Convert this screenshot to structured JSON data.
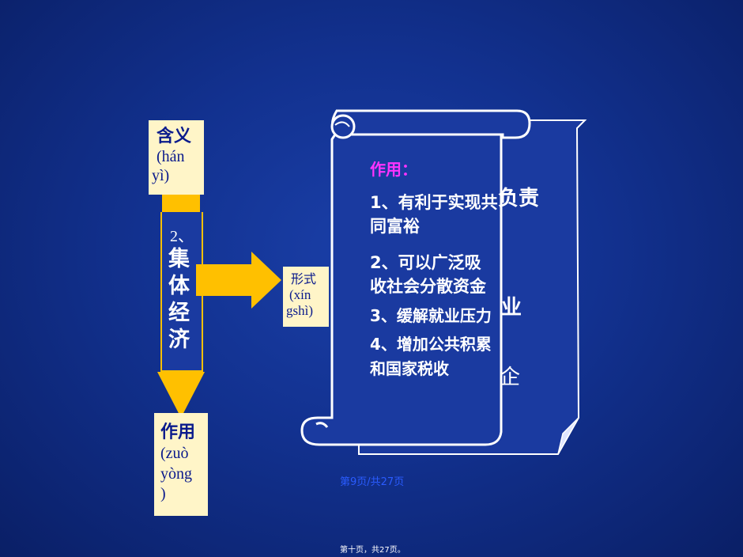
{
  "left_column": {
    "meaning_box": {
      "hanzi": "含义",
      "pinyin_line1": "(hán",
      "pinyin_line2": "yì)"
    },
    "center_box": {
      "number": "2、",
      "chars": [
        "集",
        "体",
        "经",
        "济"
      ]
    },
    "effect_box": {
      "hanzi": "作用",
      "pinyin_line1": "(zuò",
      "pinyin_line2": "yòng",
      "pinyin_line3": ")"
    }
  },
  "form_box": {
    "hanzi": "形式",
    "pinyin_line1": "(xín",
    "pinyin_line2": "gshì)"
  },
  "scroll": {
    "title": "作用：",
    "item1_line1": "1、有利于实现共",
    "item1_line2": "同富裕",
    "item2_line1": "2、可以广泛吸",
    "item2_line2": "收社会分散资金",
    "item3": "3、缓解就业压力",
    "item4_line1": "4、增加公共积累",
    "item4_line2": "和国家税收",
    "side_chars": [
      "负责",
      "业",
      "企"
    ]
  },
  "footer": {
    "page_link": "第9页/共27页",
    "page_note": "第十页，共27页。"
  },
  "colors": {
    "background": "#12318f",
    "arrow": "#ffc000",
    "box": "#fff5c8",
    "box_text": "#0a1a8c",
    "scroll_fill": "#1a3aa0",
    "scroll_stroke": "#ffffff",
    "title_magenta": "#ff33ff"
  }
}
